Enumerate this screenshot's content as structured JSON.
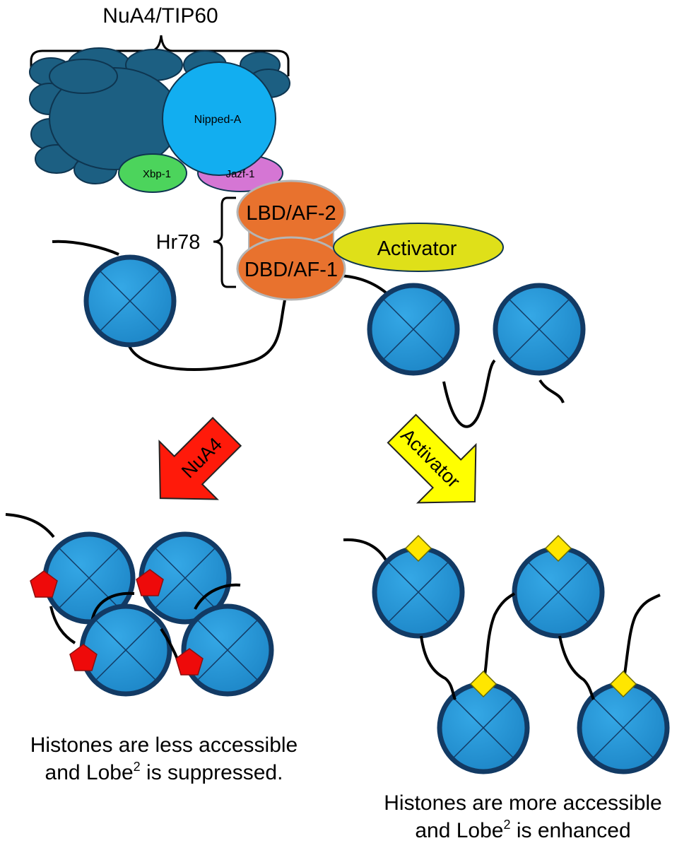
{
  "title": "NuA4/TIP60",
  "labels": {
    "nipped_a": "Nipped-A",
    "xbp1": "Xbp-1",
    "jazf1": "Jazf-1",
    "lbd": "LBD/AF-2",
    "dbd": "DBD/AF-1",
    "hr78": "Hr78",
    "activator": "Activator"
  },
  "arrows": {
    "left": "NuA4",
    "right": "Activator"
  },
  "captions": {
    "left_line1": "Histones are less accessible",
    "left_line2_a": "and Lobe",
    "left_line2_sup": "2",
    "left_line2_b": " is suppressed.",
    "right_line1": "Histones are more accessible",
    "right_line2_a": "and Lobe",
    "right_line2_sup": "2",
    "right_line2_b": " is enhanced"
  },
  "colors": {
    "complex_dark": "#1c5f82",
    "nipped_a": "#12aef0",
    "xbp1": "#4cd45c",
    "jazf1": "#d576d4",
    "hr78": "#e8722e",
    "activator": "#dfe019",
    "nucleosome": "#2a97d4",
    "nucleosome_edge": "#123a64",
    "arrow_left": "#ff1a0a",
    "arrow_right": "#ffff00",
    "pentagon": "#ee0a0a",
    "diamond": "#ffe600"
  }
}
